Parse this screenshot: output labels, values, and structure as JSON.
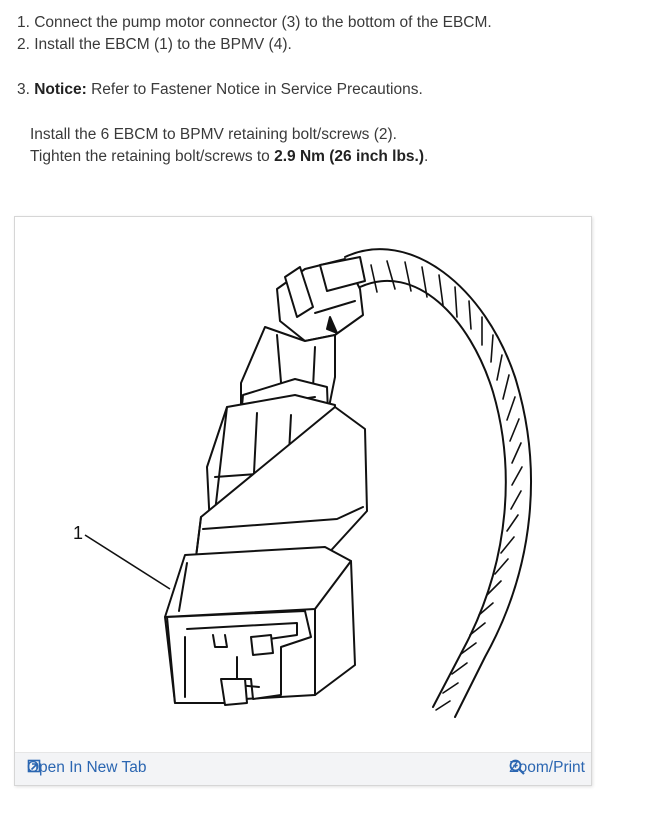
{
  "steps": {
    "line1": "1. Connect the pump motor connector (3) to the bottom of the EBCM.",
    "line2": "2. Install the EBCM (1) to the BPMV (4).",
    "line3_prefix": "3. ",
    "line3_bold": "Notice:",
    "line3_rest": " Refer to Fastener Notice in Service Precautions.",
    "line4": "Install the 6 EBCM to BPMV retaining bolt/screws (2).",
    "line5_prefix": "Tighten the retaining bolt/screws to ",
    "line5_bold": "2.9 Nm (26 inch lbs.)",
    "line5_suffix": "."
  },
  "figure": {
    "callout_label": "1",
    "open_tab_label": "Open In New Tab",
    "zoom_label": "Zoom/Print",
    "link_color": "#2b66b1",
    "icons": [
      "open-in-new-tab-icon",
      "magnifier-icon"
    ]
  }
}
